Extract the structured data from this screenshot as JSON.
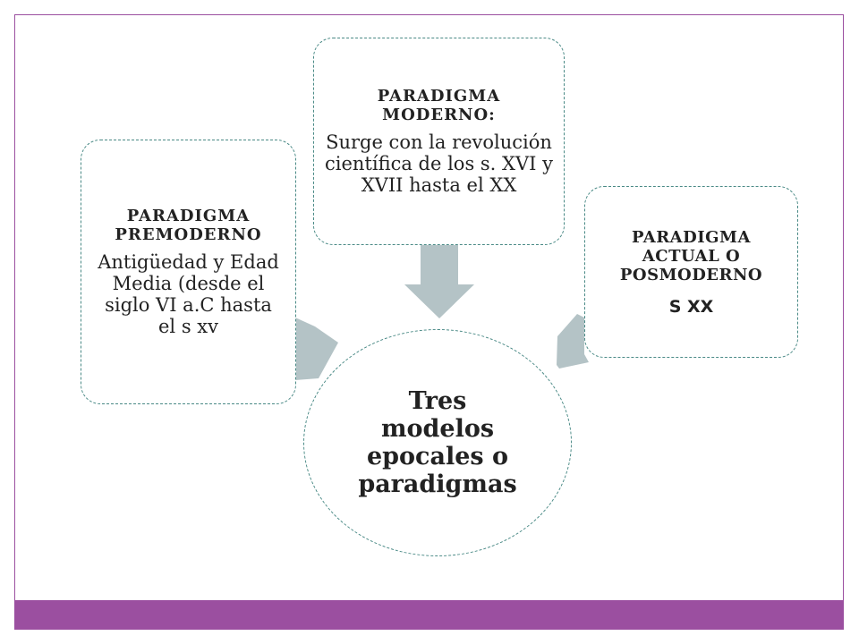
{
  "colors": {
    "accent": "#9b4fa0",
    "arrow": "#b4c3c6",
    "border": "#4a8a86"
  },
  "center": {
    "label": "Tres modelos epocales o paradigmas"
  },
  "boxes": [
    {
      "title": "PARADIGMA PREMODERNO",
      "text": "Antigüedad y Edad Media (desde el siglo VI a.C hasta el s xv"
    },
    {
      "title": "PARADIGMA MODERNO:",
      "text": "Surge con la revolución científica de los s. XVI y XVII hasta el XX"
    },
    {
      "title": "PARADIGMA ACTUAL O POSMODERNO",
      "subtitle": "S XX"
    }
  ]
}
